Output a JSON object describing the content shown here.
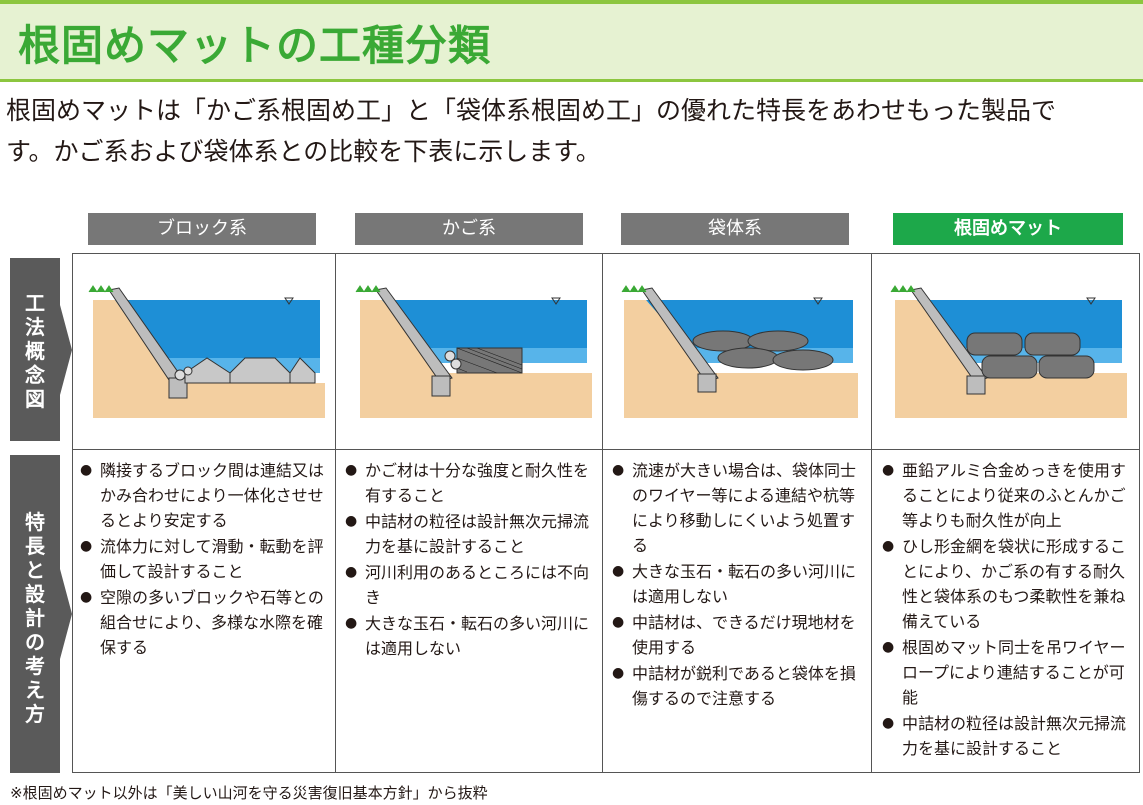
{
  "title": "根固めマットの工種分類",
  "intro": [
    "根固めマットは「かご系根固め工」と「袋体系根固め工」の優れた特長をあわせもった製品で",
    "す。かご系および袋体系との比較を下表に示します。"
  ],
  "columns": [
    {
      "label": "ブロック系"
    },
    {
      "label": "かご系"
    },
    {
      "label": "袋体系"
    },
    {
      "label": "根固めマット"
    }
  ],
  "rows": {
    "concept": "工法概念図",
    "features": "特長と設計の考え方"
  },
  "features": [
    [
      "隣接するブロック間は連結又はかみ合わせにより一体化させせるとより安定する",
      "流体力に対して滑動・転動を評価して設計すること",
      "空隙の多いブロックや石等との組合せにより、多様な水際を確保する"
    ],
    [
      "かご材は十分な強度と耐久性を有すること",
      "中詰材の粒径は設計無次元掃流力を基に設計すること",
      "河川利用のあるところには不向き",
      "大きな玉石・転石の多い河川には適用しない"
    ],
    [
      "流速が大きい場合は、袋体同士のワイヤー等による連結や杭等により移動しにくいよう処置する",
      "大きな玉石・転石の多い河川には適用しない",
      "中詰材は、できるだけ現地材を使用する",
      "中詰材が鋭利であると袋体を損傷するので注意する"
    ],
    [
      "亜鉛アルミ合金めっきを使用することにより従来のふとんかご等よりも耐久性が向上",
      "ひし形金網を袋状に形成することにより、かご系の有する耐久性と袋体系のもつ柔軟性を兼ね備えている",
      "根固めマット同士を吊ワイヤーロープにより連結することが可能",
      "中詰材の粒径は設計無次元掃流力を基に設計すること"
    ]
  ],
  "footnote": "※根固めマット以外は「美しい山河を守る災害復旧基本方針」から抜粋",
  "colors": {
    "accent": "#3aa935",
    "green_header": "#1da84a",
    "gray_header": "#777777",
    "water": "#1e8fd6",
    "sand": "#f3cfa0"
  }
}
